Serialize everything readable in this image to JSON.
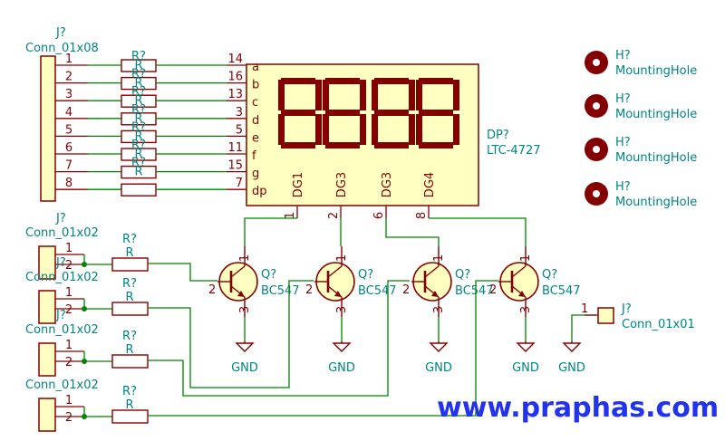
{
  "conn8": {
    "ref": "J?",
    "value": "Conn_01x08",
    "pins": [
      "1",
      "2",
      "3",
      "4",
      "5",
      "6",
      "7",
      "8"
    ]
  },
  "resistors_top": [
    {
      "ref": "R?",
      "value": "R"
    },
    {
      "ref": "R?",
      "value": "R"
    },
    {
      "ref": "R?",
      "value": "R"
    },
    {
      "ref": "R?",
      "value": "R"
    },
    {
      "ref": "R?",
      "value": "R"
    },
    {
      "ref": "R?",
      "value": "R"
    },
    {
      "ref": "R?",
      "value": "R"
    },
    {
      "ref": "",
      "value": ""
    }
  ],
  "display": {
    "ref": "DP?",
    "value": "LTC-4727",
    "pin_numbers": [
      "14",
      "16",
      "13",
      "3",
      "5",
      "11",
      "15",
      "7"
    ],
    "segments": [
      "a",
      "b",
      "c",
      "d",
      "e",
      "f",
      "g",
      "dp"
    ],
    "digit_labels": [
      "DG1",
      "DG3",
      "DG3",
      "DG4"
    ],
    "digit_pins": [
      "1",
      "2",
      "6",
      "8"
    ]
  },
  "conn2": [
    {
      "ref": "J?",
      "value": "Conn_01x02",
      "pins": [
        "1",
        "2"
      ]
    },
    {
      "ref": "J?",
      "value": "Conn_01x02",
      "pins": [
        "1",
        "2"
      ]
    },
    {
      "ref": "J?",
      "value": "Conn_01x02",
      "pins": [
        "1",
        "2"
      ]
    },
    {
      "ref": "",
      "value": "Conn_01x02",
      "pins": [
        "1",
        "2"
      ]
    }
  ],
  "resistors_left": [
    {
      "ref": "R?",
      "value": "R"
    },
    {
      "ref": "R?",
      "value": "R"
    },
    {
      "ref": "R?",
      "value": "R"
    },
    {
      "ref": "R?",
      "value": "R"
    }
  ],
  "transistors": [
    {
      "ref": "Q?",
      "value": "BC547",
      "pins": [
        "1",
        "2",
        "3"
      ]
    },
    {
      "ref": "Q?",
      "value": "BC547",
      "pins": [
        "1",
        "2",
        "3"
      ]
    },
    {
      "ref": "Q?",
      "value": "BC547",
      "pins": [
        "1",
        "2",
        "3"
      ]
    },
    {
      "ref": "Q?",
      "value": "BC547",
      "pins": [
        "1",
        "2",
        "3"
      ]
    }
  ],
  "gnd_label": "GND",
  "mounting_holes": [
    {
      "ref": "H?",
      "value": "MountingHole"
    },
    {
      "ref": "H?",
      "value": "MountingHole"
    },
    {
      "ref": "H?",
      "value": "MountingHole"
    },
    {
      "ref": "H?",
      "value": "MountingHole"
    }
  ],
  "conn1": {
    "ref": "J?",
    "value": "Conn_01x01",
    "pin": "1"
  },
  "watermark": "www.praphas.com",
  "colors": {
    "wire": "#008400",
    "body": "#840000",
    "fill": "#ffffc2",
    "ref": "#008484",
    "watermark": "#2233ee"
  }
}
